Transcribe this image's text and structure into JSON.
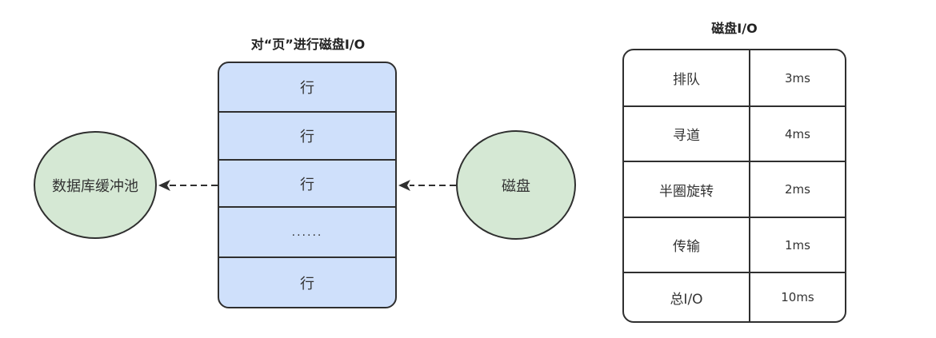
{
  "page": {
    "title": "对“页”进行磁盘I/O",
    "rows": [
      "行",
      "行",
      "行",
      "......",
      "行"
    ]
  },
  "buffer_pool": {
    "label": "数据库缓冲池"
  },
  "disk": {
    "label": "磁盘"
  },
  "io_table": {
    "title": "磁盘I/O",
    "rows": [
      {
        "name": "排队",
        "time": "3ms"
      },
      {
        "name": "寻道",
        "time": "4ms"
      },
      {
        "name": "半圈旋转",
        "time": "2ms"
      },
      {
        "name": "传输",
        "time": "1ms"
      },
      {
        "name": "总I/O",
        "time": "10ms"
      }
    ]
  },
  "colors": {
    "page_fill": "#cfe0fb",
    "circle_fill": "#d5e8d4",
    "stroke": "#2f2f2f"
  }
}
